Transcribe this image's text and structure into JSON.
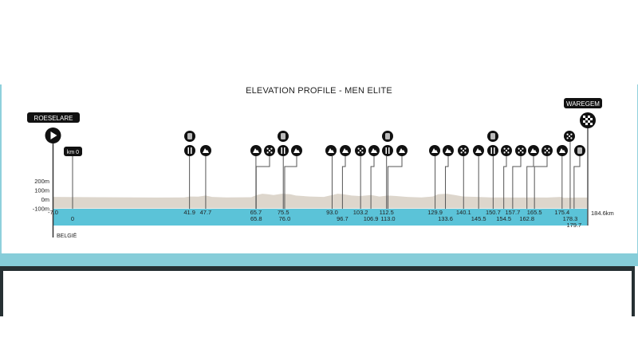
{
  "chart_data": {
    "type": "area",
    "title": "ELEVATION PROFILE - MEN ELITE",
    "start_label": "ROESELARE",
    "finish_label": "WAREGEM",
    "km0_label": "km 0",
    "country_label": "BELGIË",
    "end_distance_label": "184.6km",
    "y_ticks": [
      "200m",
      "100m",
      "0m",
      "-100m"
    ],
    "y_tick_values": [
      200,
      100,
      0,
      -100
    ],
    "x_range": [
      -7.0,
      184.6
    ],
    "colors": {
      "terrain": "#ddd6cc",
      "base": "#5bc3d8",
      "marker": "#111111",
      "line": "#555555"
    },
    "profile": [
      [
        -7,
        25
      ],
      [
        10,
        22
      ],
      [
        30,
        18
      ],
      [
        40,
        20
      ],
      [
        42,
        30
      ],
      [
        45,
        28
      ],
      [
        47.7,
        40
      ],
      [
        50,
        25
      ],
      [
        55,
        20
      ],
      [
        64,
        22
      ],
      [
        66,
        45
      ],
      [
        68,
        60
      ],
      [
        70,
        55
      ],
      [
        72,
        45
      ],
      [
        75,
        60
      ],
      [
        78,
        55
      ],
      [
        80,
        40
      ],
      [
        85,
        30
      ],
      [
        90,
        25
      ],
      [
        93,
        45
      ],
      [
        95,
        60
      ],
      [
        97,
        55
      ],
      [
        100,
        40
      ],
      [
        103,
        35
      ],
      [
        107,
        45
      ],
      [
        110,
        30
      ],
      [
        113,
        40
      ],
      [
        116,
        35
      ],
      [
        120,
        25
      ],
      [
        125,
        20
      ],
      [
        129,
        30
      ],
      [
        131,
        55
      ],
      [
        134,
        60
      ],
      [
        137,
        45
      ],
      [
        140,
        30
      ],
      [
        145,
        25
      ],
      [
        150,
        20
      ],
      [
        155,
        20
      ],
      [
        160,
        18
      ],
      [
        165,
        20
      ],
      [
        170,
        18
      ],
      [
        175,
        25
      ],
      [
        176,
        15
      ],
      [
        180,
        18
      ],
      [
        184.6,
        18
      ]
    ],
    "markers": [
      {
        "km": "-7.0",
        "row": 1
      },
      {
        "km": "0",
        "row": 2
      },
      {
        "km": "41.9",
        "row": 1,
        "icons": [
          "feed",
          "bin"
        ]
      },
      {
        "km": "47.7",
        "row": 1,
        "icons": [
          "climb"
        ]
      },
      {
        "km": "65.7",
        "row": 1,
        "icons": [
          "climb"
        ]
      },
      {
        "km": "65.8",
        "row": 2,
        "icons": [
          "cobbles"
        ]
      },
      {
        "km": "75.5",
        "row": 1,
        "icons": [
          "feed",
          "bin"
        ]
      },
      {
        "km": "76.0",
        "row": 2,
        "icons": [
          "climb"
        ]
      },
      {
        "km": "93.0",
        "row": 1,
        "icons": [
          "climb"
        ]
      },
      {
        "km": "96.7",
        "row": 2,
        "icons": [
          "climb"
        ]
      },
      {
        "km": "103.2",
        "row": 1,
        "icons": [
          "cobbles"
        ]
      },
      {
        "km": "106.9",
        "row": 2,
        "icons": [
          "climb"
        ]
      },
      {
        "km": "112.5",
        "row": 1,
        "icons": [
          "feed",
          "bin"
        ]
      },
      {
        "km": "113.0",
        "row": 2,
        "icons": [
          "climb"
        ]
      },
      {
        "km": "129.9",
        "row": 1,
        "icons": [
          "climb"
        ]
      },
      {
        "km": "133.6",
        "row": 2,
        "icons": [
          "climb"
        ]
      },
      {
        "km": "140.1",
        "row": 1,
        "icons": [
          "cobbles"
        ]
      },
      {
        "km": "145.5",
        "row": 2,
        "icons": [
          "climb"
        ]
      },
      {
        "km": "150.7",
        "row": 1,
        "icons": [
          "feed",
          "bin"
        ]
      },
      {
        "km": "154.5",
        "row": 2,
        "icons": [
          "cobbles"
        ]
      },
      {
        "km": "157.7",
        "row": 1,
        "icons": [
          "cobbles"
        ]
      },
      {
        "km": "162.8",
        "row": 2,
        "icons": [
          "climb"
        ]
      },
      {
        "km": "165.5",
        "row": 1,
        "icons": [
          "cobbles"
        ]
      },
      {
        "km": "175.4",
        "row": 1,
        "icons": [
          "climb"
        ]
      },
      {
        "km": "178.3",
        "row": 2,
        "icons": [
          "cobbles"
        ]
      },
      {
        "km": "179.7",
        "row": 3,
        "icons": [
          "bin"
        ]
      }
    ]
  }
}
